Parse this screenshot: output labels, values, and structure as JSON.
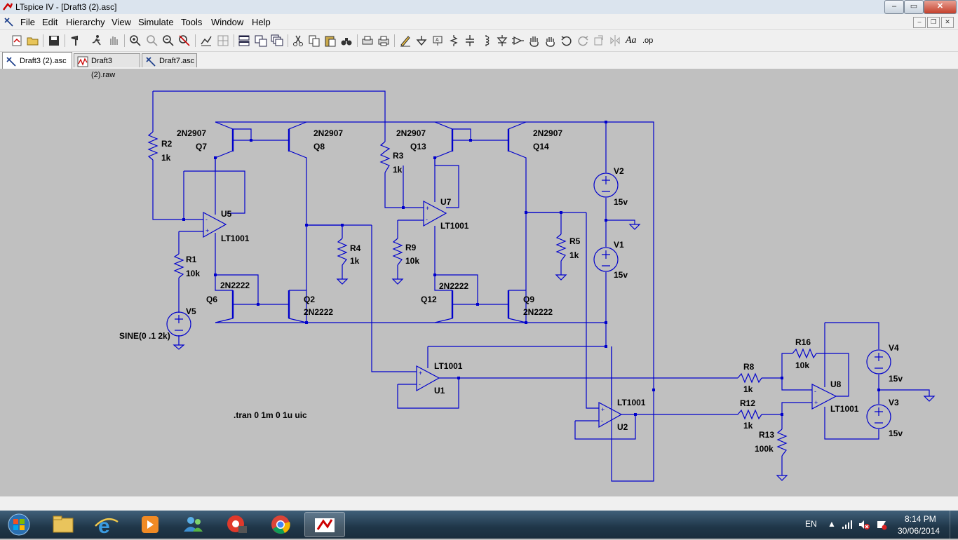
{
  "window": {
    "title": "LTspice IV - [Draft3 (2).asc]"
  },
  "menu": [
    "File",
    "Edit",
    "Hierarchy",
    "View",
    "Simulate",
    "Tools",
    "Window",
    "Help"
  ],
  "tabs": [
    {
      "label": "Draft3 (2).asc",
      "icon": "schematic-icon",
      "active": true
    },
    {
      "label": "Draft3 (2).raw",
      "icon": "waveform-icon",
      "active": false
    },
    {
      "label": "Draft7.asc",
      "icon": "schematic-icon",
      "active": false
    }
  ],
  "schematic": {
    "wire_color": "#0000cc",
    "text_color": "#000000",
    "labels": {
      "R2": "R2",
      "R2_value": "1k",
      "R3": "R3",
      "R3_value": "1k",
      "R1": "R1",
      "R1_value": "10k",
      "R4": "R4",
      "R4_value": "1k",
      "R5": "R5",
      "R5_value": "1k",
      "R9": "R9",
      "R9_value": "10k",
      "R8": "R8",
      "R8_value": "1k",
      "R12": "R12",
      "R12_value": "1k",
      "R13": "R13",
      "R13_value": "100k",
      "R16": "R16",
      "R16_value": "10k",
      "Q7": "Q7",
      "Q7_model": "2N2907",
      "Q8": "Q8",
      "Q8_model": "2N2907",
      "Q13": "Q13",
      "Q13_model": "2N2907",
      "Q14": "Q14",
      "Q14_model": "2N2907",
      "Q6": "Q6",
      "Q6_model": "2N2222",
      "Q2": "Q2",
      "Q2_model": "2N2222",
      "Q12": "Q12",
      "Q12_model": "2N2222",
      "Q9": "Q9",
      "Q9_model": "2N2222",
      "U5": "U5",
      "U5_model": "LT1001",
      "U7": "U7",
      "U7_model": "LT1001",
      "U1": "U1",
      "U1_model": "LT1001",
      "U2": "U2",
      "U2_model": "LT1001",
      "U8": "U8",
      "U8_model": "LT1001",
      "V1": "V1",
      "V1_value": "15v",
      "V2": "V2",
      "V2_value": "15v",
      "V3": "V3",
      "V3_value": "15v",
      "V4": "V4",
      "V4_value": "15v",
      "V5": "V5",
      "V5_value": "SINE(0 .1 2k)",
      "directive": ".tran 0 1m 0 1u uic"
    }
  },
  "taskbar": {
    "items": [
      "start-orb",
      "file-explorer",
      "internet-explorer",
      "media-player",
      "live-messenger",
      "picasa",
      "chrome",
      "ltspice"
    ],
    "language": "EN",
    "time": "8:14 PM",
    "date": "30/06/2014"
  }
}
